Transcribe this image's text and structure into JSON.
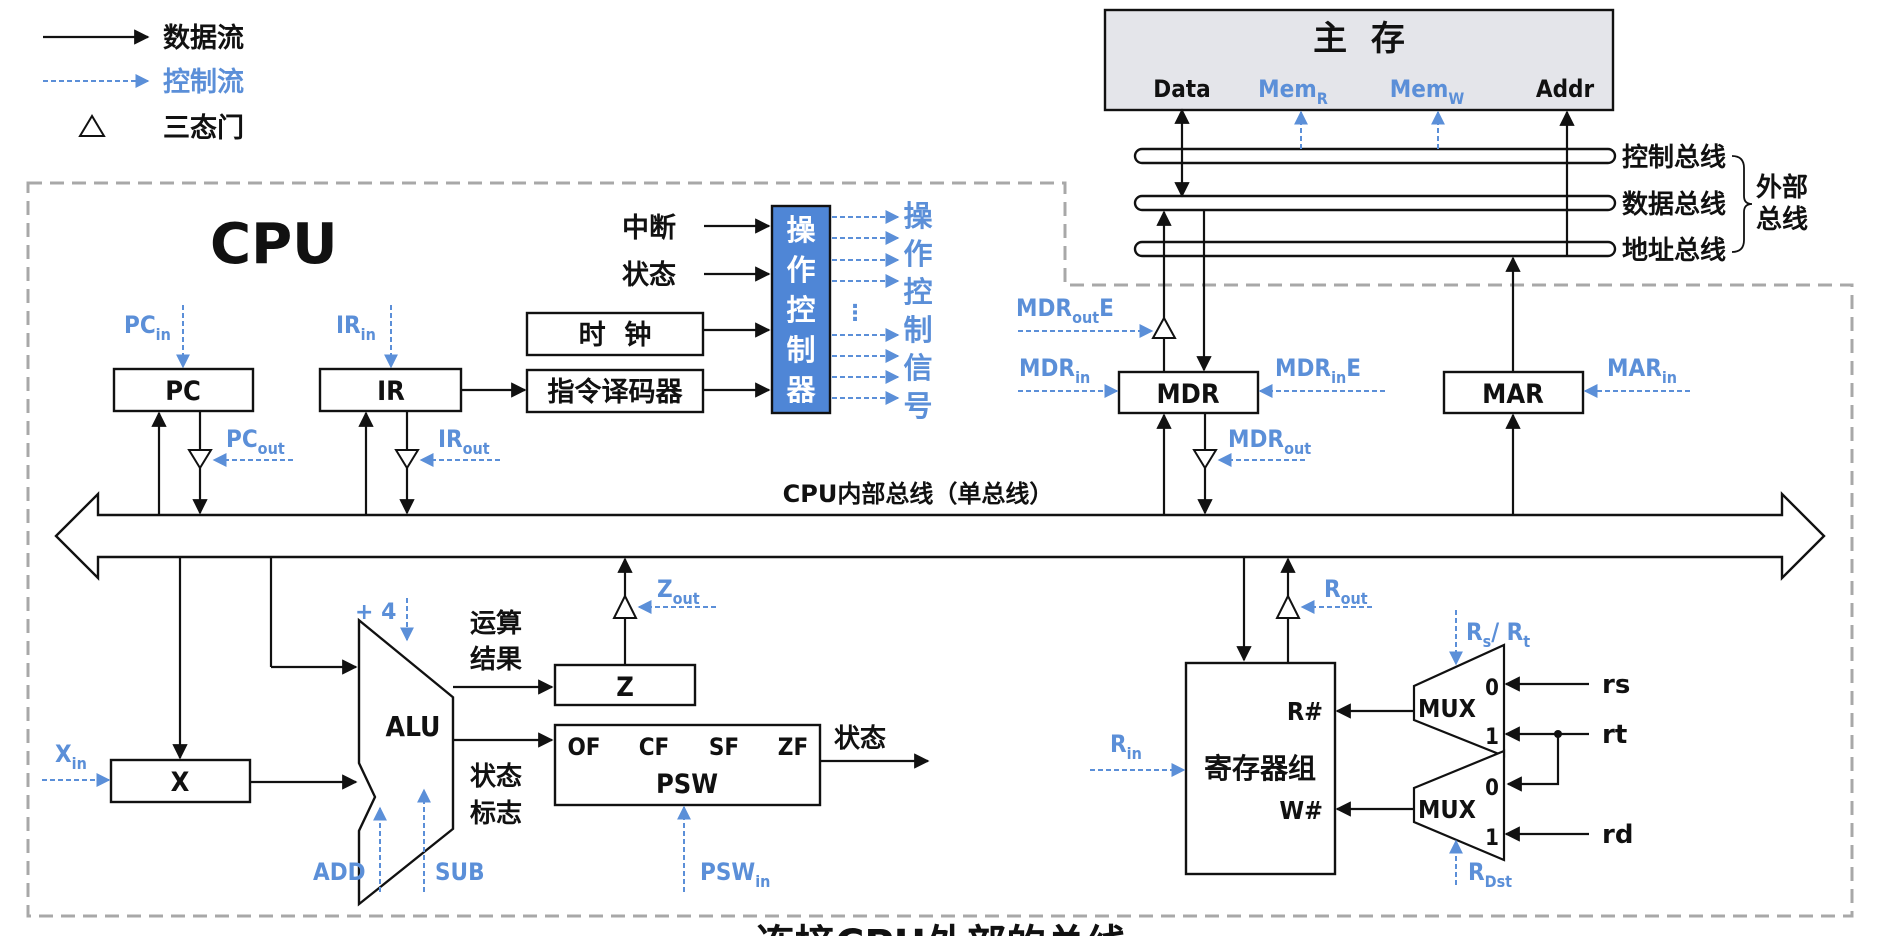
{
  "legend": {
    "data_flow": "数据流",
    "control_flow": "控制流",
    "tristate": "三态门"
  },
  "colors": {
    "control_blue": "#5b8fd8",
    "controller_fill": "#4f86d6",
    "memory_fill": "#e4e5ea",
    "border_gray": "#a8a8a8"
  },
  "memory": {
    "title": "主  存",
    "ports": {
      "data": "Data",
      "mem_r": "Mem",
      "mem_r_sub": "R",
      "mem_w": "Mem",
      "mem_w_sub": "W",
      "addr": "Addr"
    }
  },
  "external_bus": {
    "control": "控制总线",
    "data": "数据总线",
    "address": "地址总线",
    "group_label_1": "外部",
    "group_label_2": "总线"
  },
  "cpu": {
    "title": "CPU",
    "internal_bus_label": "CPU内部总线（单总线）",
    "controller": {
      "inputs": [
        "中断",
        "状态"
      ],
      "clock": "时  钟",
      "decoder": "指令译码器",
      "label_chars": [
        "操",
        "作",
        "控",
        "制",
        "器"
      ],
      "output_chars": [
        "操",
        "作",
        "控",
        "制",
        "信",
        "号"
      ],
      "ellipsis": "⋮"
    },
    "registers": {
      "pc": {
        "label": "PC",
        "in": "PC",
        "in_sub": "in",
        "out": "PC",
        "out_sub": "out"
      },
      "ir": {
        "label": "IR",
        "in": "IR",
        "in_sub": "in",
        "out": "IR",
        "out_sub": "out"
      },
      "mdr": {
        "label": "MDR",
        "in": "MDR",
        "in_sub": "in",
        "out": "MDR",
        "out_sub": "out",
        "out_e": "MDR",
        "out_e_sub": "out",
        "out_e_suffix": "E",
        "in_e": "MDR",
        "in_e_sub": "in",
        "in_e_suffix": "E"
      },
      "mar": {
        "label": "MAR",
        "in": "MAR",
        "in_sub": "in"
      },
      "x": {
        "label": "X",
        "in": "X",
        "in_sub": "in"
      },
      "z": {
        "label": "Z",
        "out": "Z",
        "out_sub": "out"
      }
    },
    "alu": {
      "label": "ALU",
      "plus4": "+ 4",
      "add": "ADD",
      "sub": "SUB",
      "result_1": "运算",
      "result_2": "结果",
      "flags_1": "状态",
      "flags_2": "标志"
    },
    "psw": {
      "label": "PSW",
      "flags": [
        "OF",
        "CF",
        "SF",
        "ZF"
      ],
      "in": "PSW",
      "in_sub": "in",
      "output": "状态"
    },
    "register_file": {
      "label": "寄存器组",
      "read_port": "R#",
      "write_port": "W#",
      "in": "R",
      "in_sub": "in",
      "out": "R",
      "out_sub": "out"
    },
    "mux_top": {
      "label": "MUX",
      "input0": "0",
      "input1": "1",
      "control": "R",
      "control_sub1": "s",
      "control_mid": "/ R",
      "control_sub2": "t"
    },
    "mux_bottom": {
      "label": "MUX",
      "input0": "0",
      "input1": "1",
      "control": "R",
      "control_sub": "Dst"
    },
    "fields": {
      "rs": "rs",
      "rt": "rt",
      "rd": "rd"
    }
  },
  "caption_partial": "连接CPU外部的总线"
}
